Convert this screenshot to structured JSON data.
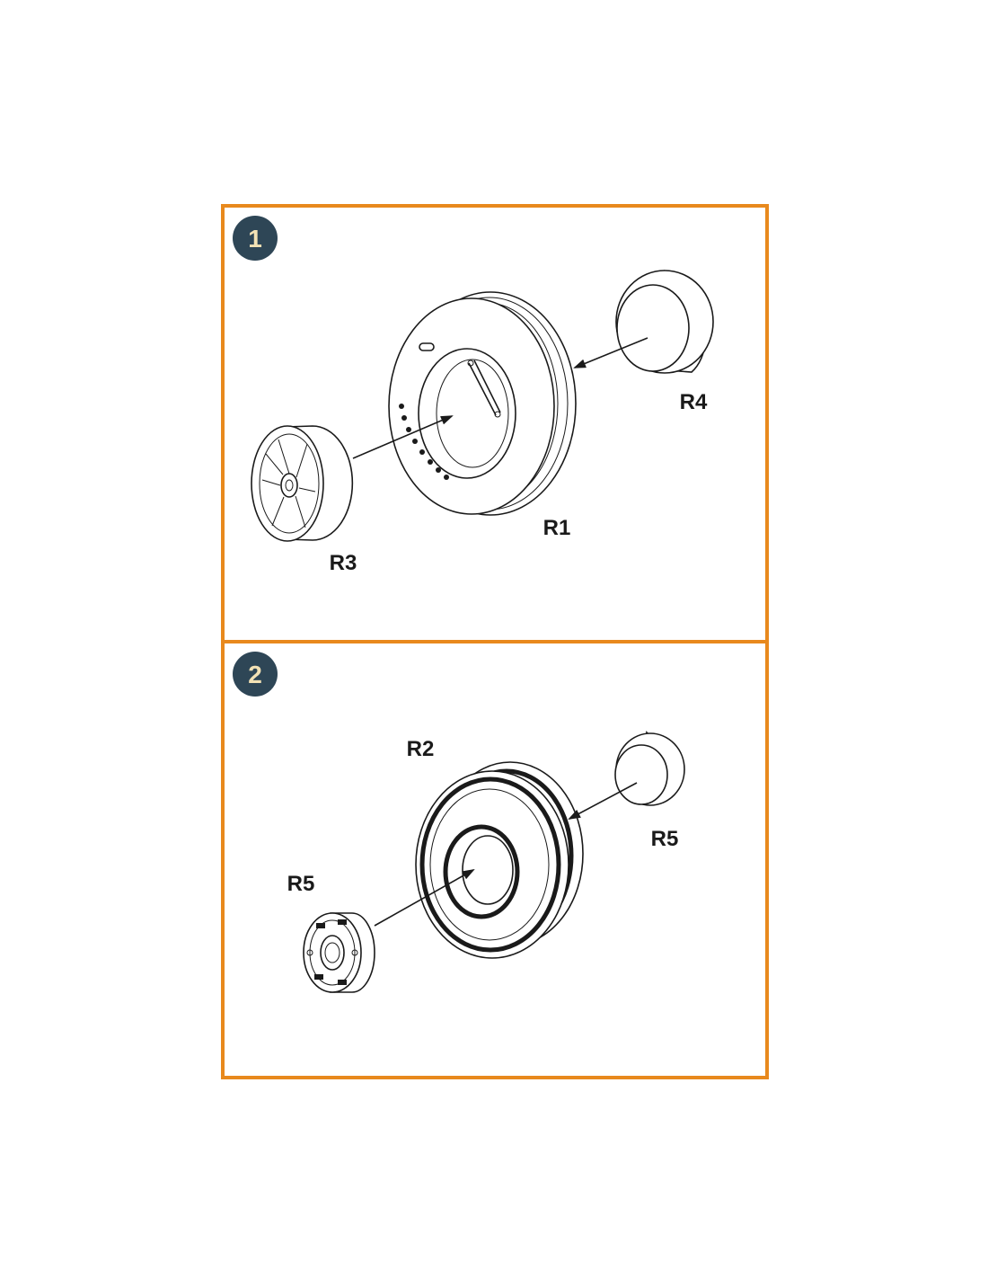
{
  "colors": {
    "frame": "#e8891d",
    "badge": "#2e4656",
    "badge_text": "#f3e2b5",
    "line": "#1a1a1a"
  },
  "steps": [
    {
      "number": "1",
      "labels": {
        "tire": "R1",
        "hub_left": "R3",
        "hub_right": "R4"
      }
    },
    {
      "number": "2",
      "labels": {
        "wheel": "R2",
        "hub_left": "R5",
        "hub_right": "R5"
      }
    }
  ]
}
